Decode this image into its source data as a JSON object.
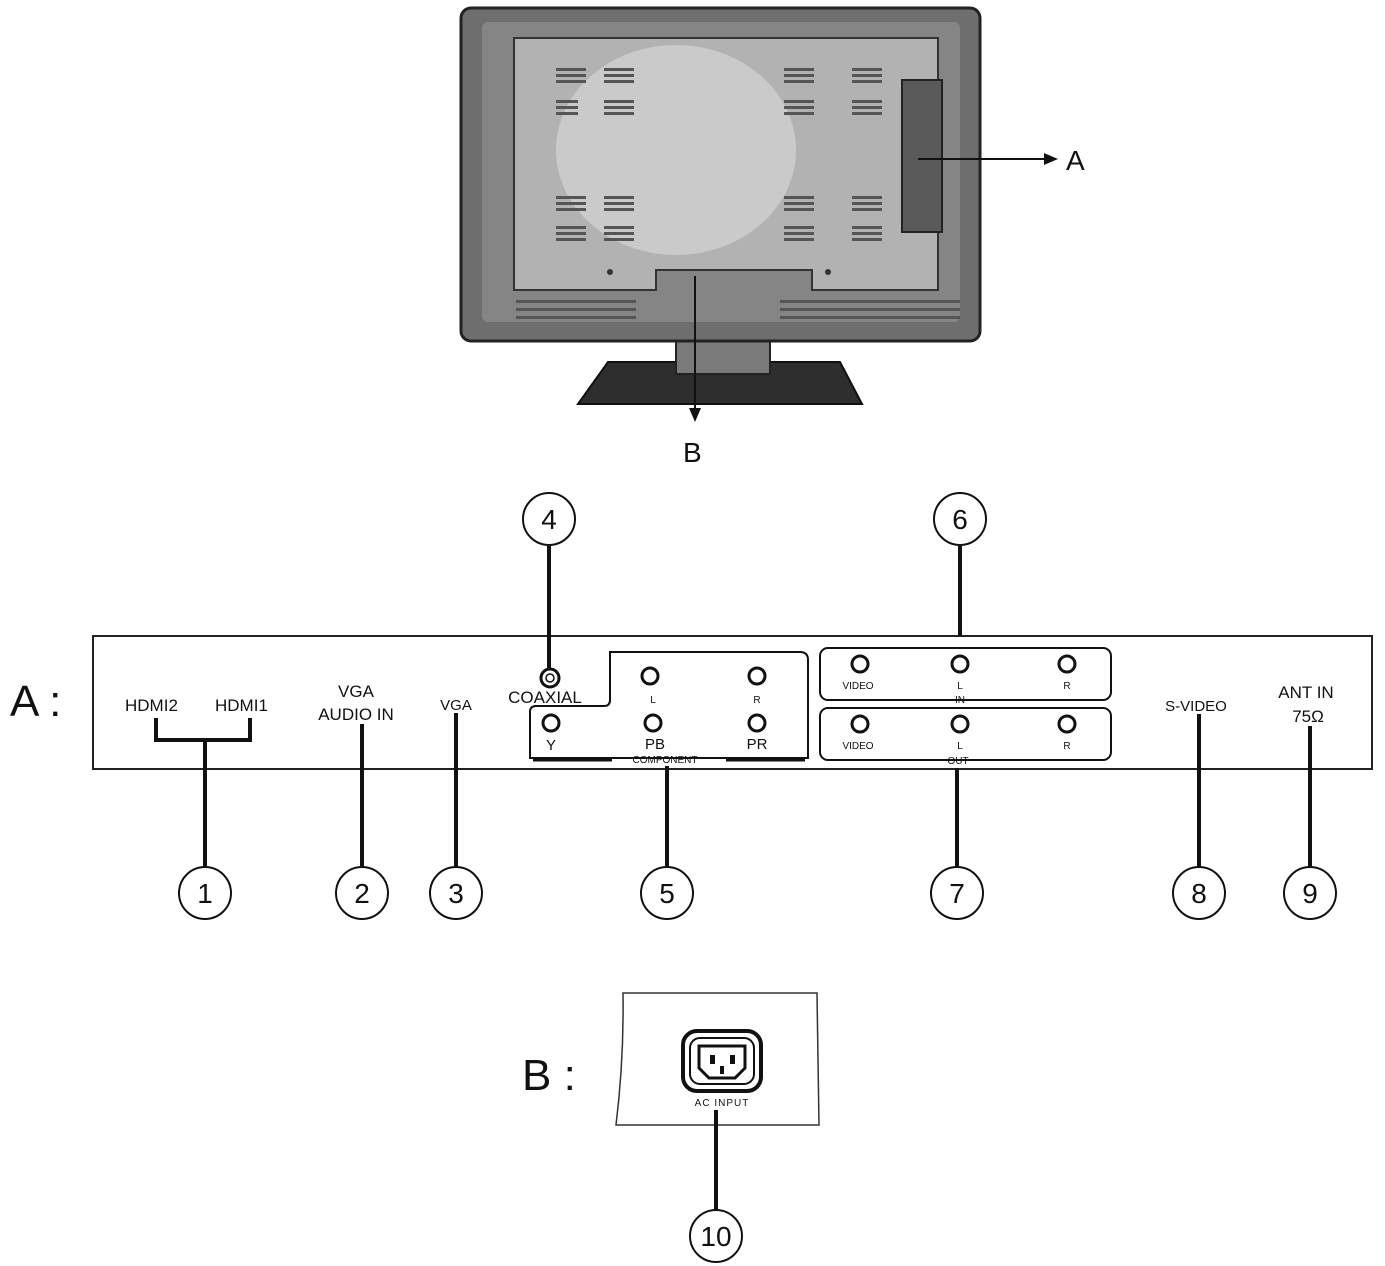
{
  "callouts": {
    "a": "A",
    "b": "B"
  },
  "panel_a": {
    "prefix": "A :",
    "ports": {
      "hdmi2": "HDMI2",
      "hdmi1": "HDMI1",
      "vga_audio_line1": "VGA",
      "vga_audio_line2": "AUDIO IN",
      "vga": "VGA",
      "coaxial": "COAXIAL",
      "comp_l": "L",
      "comp_r": "R",
      "comp_y": "Y",
      "comp_pb": "PB",
      "comp_pr": "PR",
      "component": "COMPONENT",
      "in_video": "VIDEO",
      "in_l": "L",
      "in_r": "R",
      "in_label": "IN",
      "out_video": "VIDEO",
      "out_l": "L",
      "out_r": "R",
      "out_label": "OUT",
      "s_video": "S-VIDEO",
      "ant_line1": "ANT IN",
      "ant_line2": "75Ω"
    }
  },
  "panel_b": {
    "prefix": "B :",
    "ac_input": "AC INPUT"
  },
  "numbers": [
    "1",
    "2",
    "3",
    "4",
    "5",
    "6",
    "7",
    "8",
    "9",
    "10"
  ]
}
